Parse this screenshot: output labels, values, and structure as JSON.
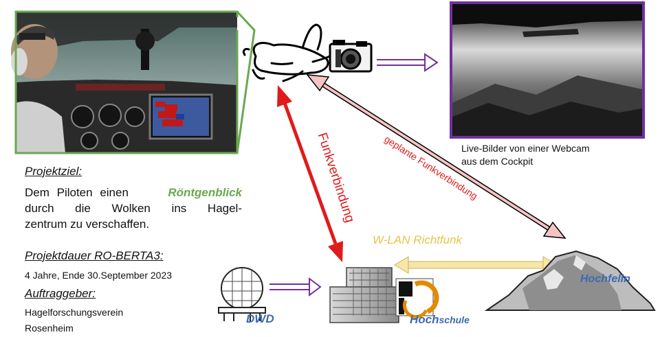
{
  "left_panel": {
    "project_goal": {
      "heading": "Projektziel:",
      "line1_before": "Dem Piloten einen",
      "line1_highlight": "Röntgenblick",
      "line2": "durch die Wolken ins Hagel-",
      "line3": "zentrum zu verschaffen."
    },
    "duration": {
      "heading": "Projektdauer RO-BERTA3:",
      "text": "4 Jahre, Ende 30.September 2023"
    },
    "client": {
      "heading": "Auftraggeber:",
      "line1": "Hagelforschungsverein",
      "line2": "Rosenheim"
    }
  },
  "webcam": {
    "caption_line1": "Live-Bilder von einer Webcam",
    "caption_line2": "aus dem Cockpit"
  },
  "links": {
    "radio_link": "Funkverbindung",
    "planned_radio_link": "geplante Funkverbindung",
    "wlan": "W-LAN Richtfunk"
  },
  "nodes": {
    "dwd": "DWD",
    "hochschule_bold": "Hoch",
    "hochschule_rest": "schule",
    "hochfelln": "Hochfelln"
  },
  "colors": {
    "funk_arrow": "#e01b1b",
    "planned_arrow": "#f4c4c4",
    "wlan_arrow": "#f7e6a8",
    "purple_arrow": "#7030a0",
    "green_frame": "#6aa84f",
    "location_blue": "#3d6ab3"
  }
}
